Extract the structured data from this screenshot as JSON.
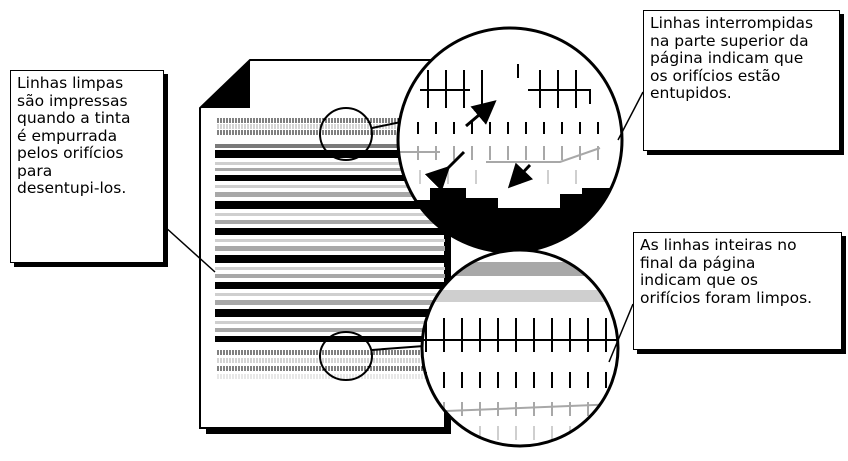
{
  "callouts": {
    "left": {
      "lines": [
        "Linhas limpas",
        "são impressas",
        "quando a tinta",
        "é empurrada",
        "pelos orifícios",
        "para",
        "desentupi-los."
      ]
    },
    "top": {
      "lines": [
        "Linhas interrompidas",
        "na parte superior da",
        "página indicam que",
        "os orifícios estão",
        "entupidos."
      ]
    },
    "bottom": {
      "lines": [
        "As linhas inteiras no",
        "final da página",
        "indicam que os",
        "orifícios foram limpos."
      ]
    }
  },
  "colors": {
    "ink": "#000000",
    "paper": "#ffffff",
    "gray_dark": "#7a7a7a",
    "gray_mid": "#a8a8a8",
    "gray_light": "#cfcfcf"
  }
}
